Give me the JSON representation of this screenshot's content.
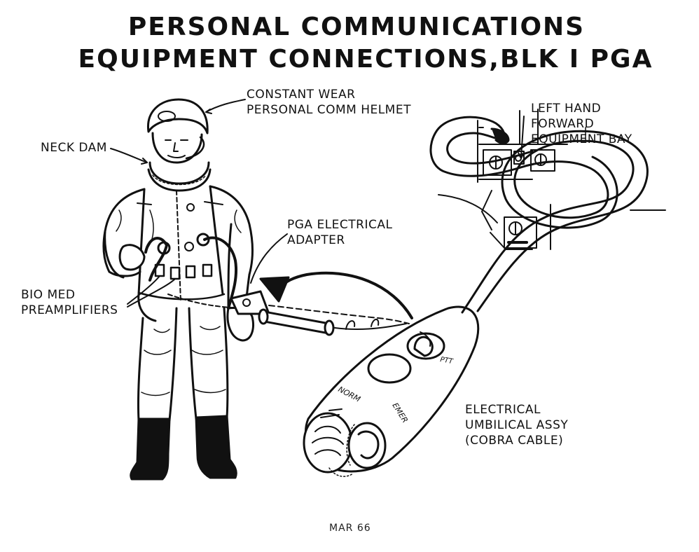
{
  "title": {
    "line1": "PERSONAL COMMUNICATIONS",
    "line2": "EQUIPMENT CONNECTIONS,BLK I PGA"
  },
  "labels": {
    "helmet": [
      "CONSTANT WEAR",
      "PERSONAL COMM HELMET"
    ],
    "neck_dam": [
      "NECK DAM"
    ],
    "pga_adapter": [
      "PGA ELECTRICAL",
      "ADAPTER"
    ],
    "biomed": [
      "BIO MED",
      "PREAMPLIFIERS"
    ],
    "equipment_bay": [
      "LEFT HAND",
      "FORWARD",
      "EQUIPMENT BAY"
    ],
    "umbilical": [
      "ELECTRICAL",
      "UMBILICAL ASSY",
      "(COBRA CABLE)"
    ]
  },
  "connector_markings": {
    "norm": "NORM",
    "emer": "EMER",
    "ptt": "PTT"
  },
  "footer": {
    "date": "MAR 66"
  },
  "colors": {
    "ink": "#111111",
    "paper": "#ffffff"
  }
}
